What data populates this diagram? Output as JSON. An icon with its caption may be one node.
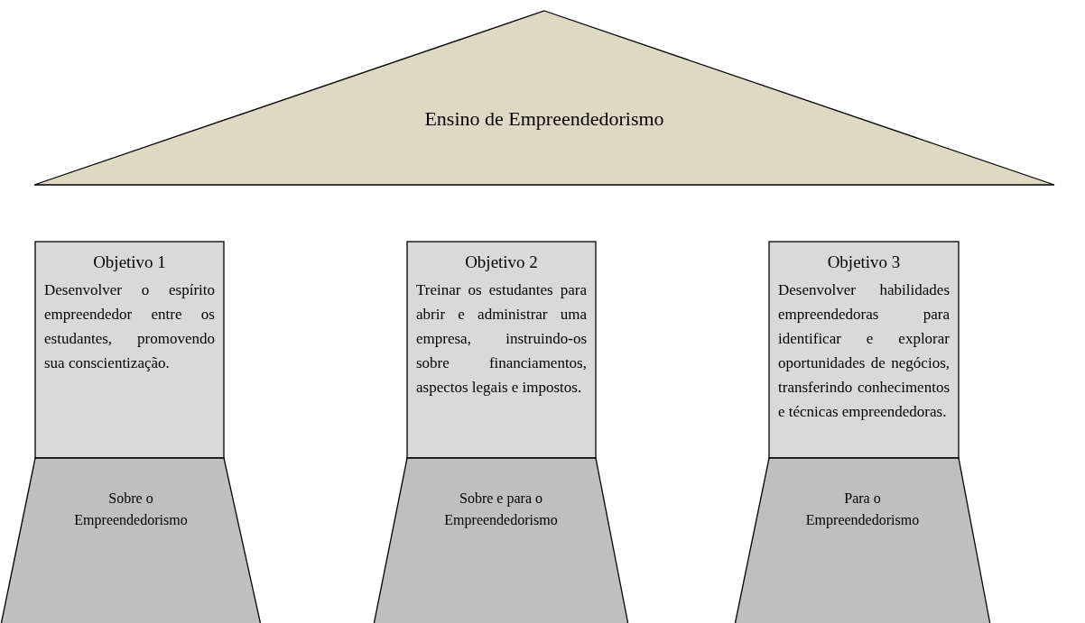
{
  "diagram": {
    "nodes": [
      {
        "text": [
          "Ensino de Empreendedorismo"
        ]
      },
      {
        "text": [
          "Objetivo 1",
          "Desenvolver o espírito empreendedor entre os estudantes, promovendo sua conscientização."
        ]
      },
      {
        "text": [
          "Objetivo 2",
          "Treinar os estudantes para abrir e administrar uma empresa, instruindo-os sobre financiamentos, aspectos legais e impostos."
        ]
      },
      {
        "text": [
          "Objetivo 3",
          "Desenvolver habilidades empreendedoras para identificar e explorar oportunidades de negócios, transferindo conhecimentos e técnicas empreendedoras."
        ]
      },
      {
        "text": [
          "Sobre o Empreendedorismo"
        ]
      },
      {
        "text": [
          "Sobre e para o Empreendedorismo"
        ]
      },
      {
        "text": [
          "Para o Empreendedorismo"
        ]
      }
    ]
  }
}
